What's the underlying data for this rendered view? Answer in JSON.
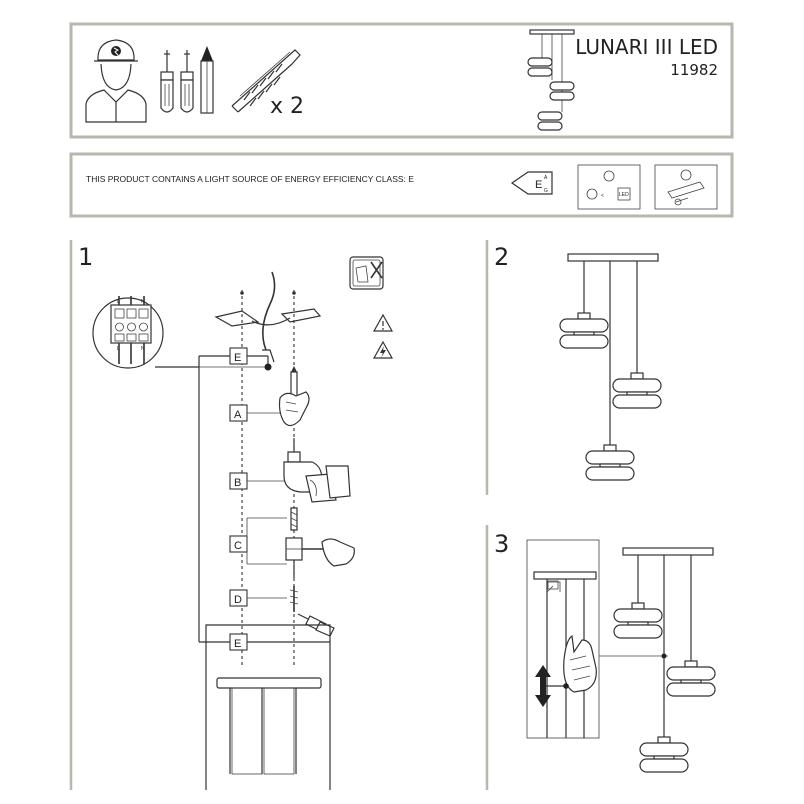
{
  "header": {
    "product_name": "LUNARI III LED",
    "product_code": "11982",
    "dowel_quantity": "x 2"
  },
  "energy_notice": {
    "text": "THIS PRODUCT CONTAINS A LIGHT SOURCE OF ENERGY EFFICIENCY CLASS: E",
    "class_letter": "E",
    "scale_top": "A",
    "scale_bottom": "G",
    "led_label": "LED"
  },
  "steps": [
    {
      "number": "1"
    },
    {
      "number": "2"
    },
    {
      "number": "3"
    }
  ],
  "callouts": [
    "A",
    "B",
    "C",
    "D",
    "E"
  ],
  "terminal_labels": {
    "left": "L",
    "right": "N"
  },
  "colors": {
    "frame": "#b9b6ad",
    "line": "#333333"
  }
}
